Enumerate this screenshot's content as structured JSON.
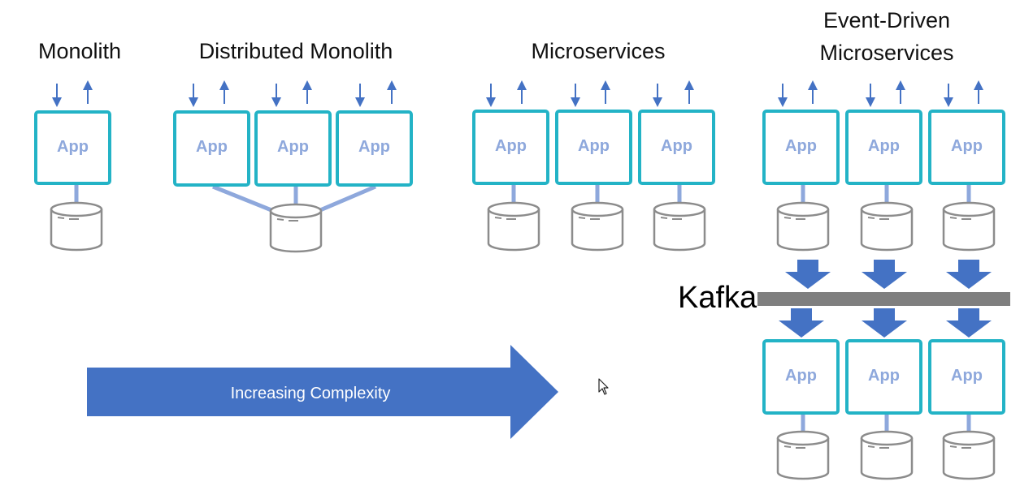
{
  "headers": {
    "monolith": "Monolith",
    "distributed": "Distributed Monolith",
    "microservices": "Microservices",
    "event_driven_1": "Event-Driven",
    "event_driven_2": "Microservices"
  },
  "app_label": "App",
  "kafka_label": "Kafka",
  "complexity_label": "Increasing Complexity",
  "colors": {
    "app_border": "#23b3c6",
    "app_text": "#8ea8dc",
    "connector": "#8ea8dc",
    "io_arrow": "#4472c4",
    "big_arrow": "#4472c4",
    "database": "#8c8c8c",
    "kafka_bar": "#7f7f7f"
  },
  "icons": [
    "request-arrow-icon",
    "response-arrow-icon",
    "database-icon",
    "flow-arrow-icon",
    "cursor-icon"
  ]
}
